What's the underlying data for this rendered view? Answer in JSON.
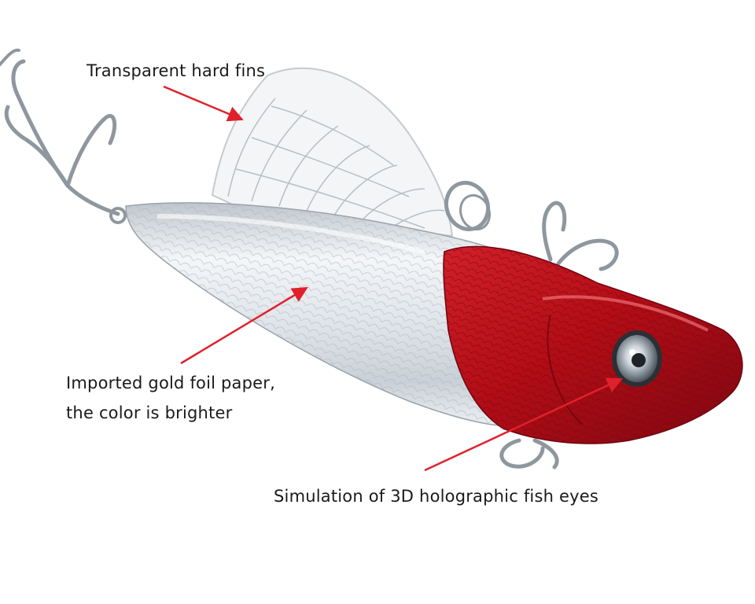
{
  "annotations": {
    "fins": "Transparent hard fins",
    "foil_line1": "Imported gold foil paper,",
    "foil_line2": "the color is brighter",
    "eyes": "Simulation of 3D holographic fish eyes"
  },
  "colors": {
    "arrow": "#e0212b",
    "head_red": "#c0101a",
    "body_silver": "#e4e8ec",
    "label_text": "#1a1a1a"
  }
}
